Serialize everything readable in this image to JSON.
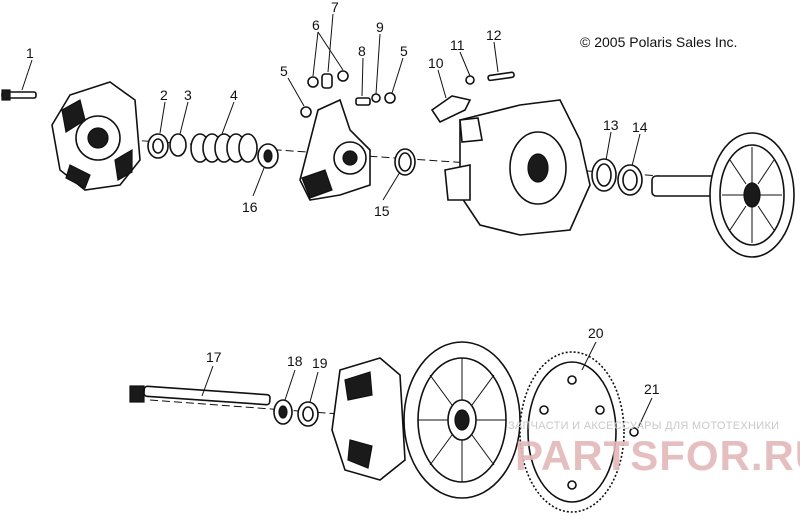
{
  "copyright": "© 2005 Polaris Sales Inc.",
  "watermark": {
    "tagline": "ЗАПЧАСТИ И АКСЕССУАРЫ ДЛЯ МОТОТЕХНИКИ",
    "logo": "PARTSFOR.RU"
  },
  "callouts": {
    "c1": "1",
    "c2": "2",
    "c3": "3",
    "c4": "4",
    "c5a": "5",
    "c5b": "5",
    "c6": "6",
    "c7": "7",
    "c8": "8",
    "c9": "9",
    "c10": "10",
    "c11": "11",
    "c12": "12",
    "c13": "13",
    "c14": "14",
    "c15": "15",
    "c16": "16",
    "c17": "17",
    "c18": "18",
    "c19": "19",
    "c20": "20",
    "c21": "21"
  }
}
